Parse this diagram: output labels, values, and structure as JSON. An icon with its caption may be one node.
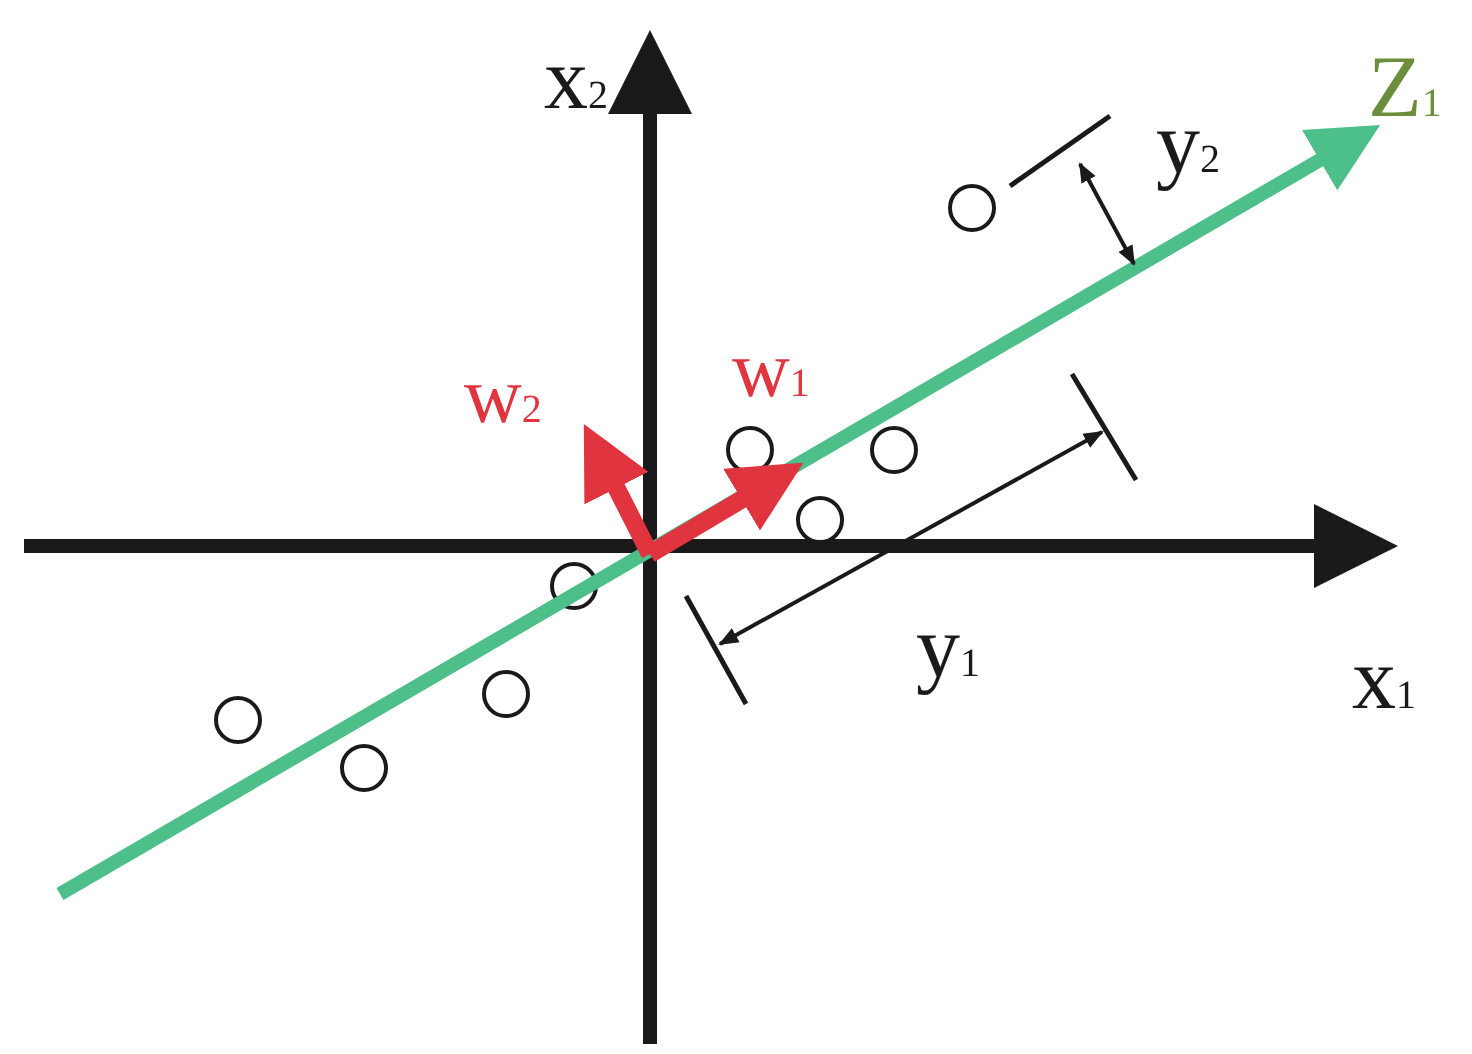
{
  "diagram": {
    "labels": [
      "x$_{2}$",
      "Z$_{1}$",
      "y$_{2}$",
      "w$_{2}$",
      "w$_{1}$",
      "y$_{1}$",
      "x$_{1}$"
    ]
  }
}
